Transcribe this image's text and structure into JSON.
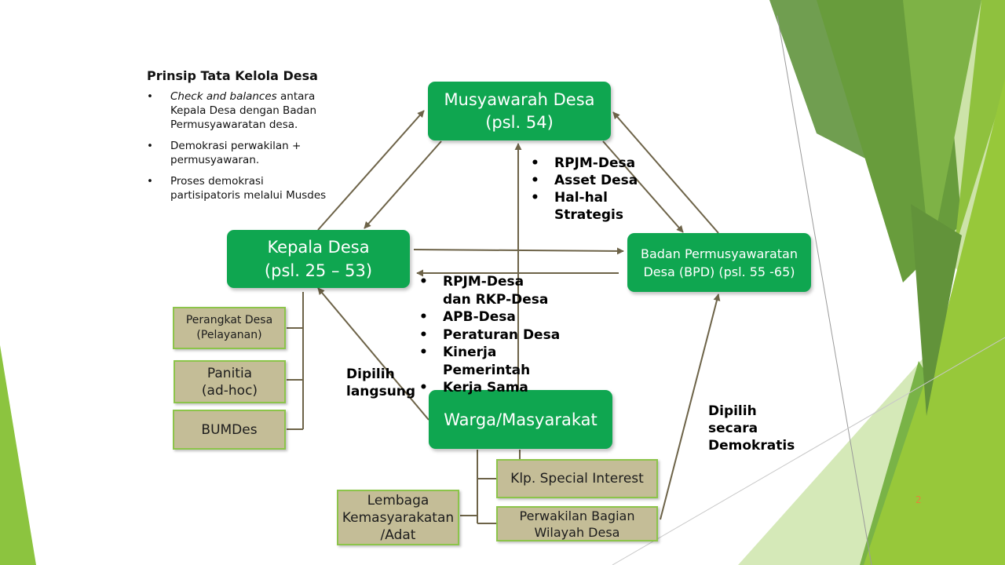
{
  "principles": {
    "title": "Prinsip Tata Kelola Desa",
    "bullet1_italic": "Check and balances",
    "bullet1_rest": " antara Kepala Desa dengan Badan Permusyawaratan  desa.",
    "bullet2": "Demokrasi perwakilan + permusyawaran.",
    "bullet3": "Proses demokrasi partisipatoris melalui Musdes"
  },
  "nodes": {
    "musdes": [
      "Musyawarah Desa",
      "(psl. 54)"
    ],
    "kades": [
      "Kepala Desa",
      "(psl. 25 – 53)"
    ],
    "bpd": [
      "Badan Permusyawaratan",
      "Desa (BPD) (psl. 55 -65)"
    ],
    "warga": [
      "Warga/Masyarakat"
    ],
    "perangkat": [
      "Perangkat Desa",
      "(Pelayanan)"
    ],
    "panitia": [
      "Panitia",
      "(ad-hoc)"
    ],
    "bumdes": [
      "BUMDes"
    ],
    "klp": [
      "Klp. Special Interest"
    ],
    "lembaga": [
      "Lembaga",
      "Kemasyarakatan",
      "/Adat"
    ],
    "perwakilan": [
      "Perwakilan Bagian",
      "Wilayah Desa"
    ]
  },
  "musdes_items": [
    "RPJM-Desa",
    "Asset Desa",
    "Hal-hal Strategis"
  ],
  "kades_items": [
    "RPJM-Desa dan RKP-Desa",
    "APB-Desa",
    "Peraturan Desa",
    "Kinerja Pemerintah",
    "Kerja Sama"
  ],
  "labels": {
    "dipilih_langsung": [
      "Dipilih",
      "langsung"
    ],
    "dipilih_demokratis": [
      "Dipilih",
      "secara",
      "Demokratis"
    ]
  },
  "page_number": "2",
  "colors": {
    "primary_green": "#0fa650",
    "tan": "#c4bd97",
    "arrow": "#6d6348",
    "accent_orange": "#e6823a"
  }
}
